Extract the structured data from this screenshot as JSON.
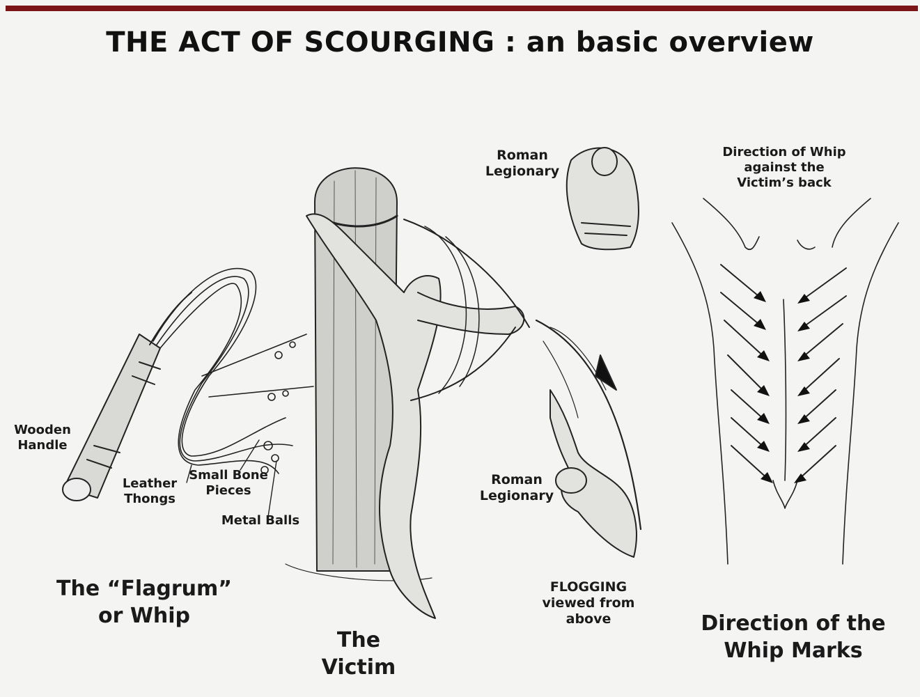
{
  "title": "THE ACT OF SCOURGING : an basic overview",
  "colors": {
    "accent_bar": "#7b1416",
    "ink": "#1a1a1a",
    "background": "#f4f4f2"
  },
  "labels": {
    "wooden_handle": [
      "Wooden",
      "Handle"
    ],
    "leather_thongs": [
      "Leather",
      "Thongs"
    ],
    "small_bone_pieces": [
      "Small Bone",
      "Pieces"
    ],
    "metal_balls": "Metal Balls",
    "roman_legionary_top": [
      "Roman",
      "Legionary"
    ],
    "roman_legionary_bottom": [
      "Roman",
      "Legionary"
    ],
    "direction_of_whip_against_back": [
      "Direction of Whip",
      "against the",
      "Victim’s back"
    ],
    "flogging_viewed_from_above": [
      "FLOGGING",
      "viewed from",
      "above"
    ]
  },
  "captions": {
    "flagrum": [
      "The “Flagrum”",
      "or Whip"
    ],
    "victim": [
      "The",
      "Victim"
    ],
    "whip_marks": [
      "Direction of the",
      "Whip Marks"
    ]
  }
}
